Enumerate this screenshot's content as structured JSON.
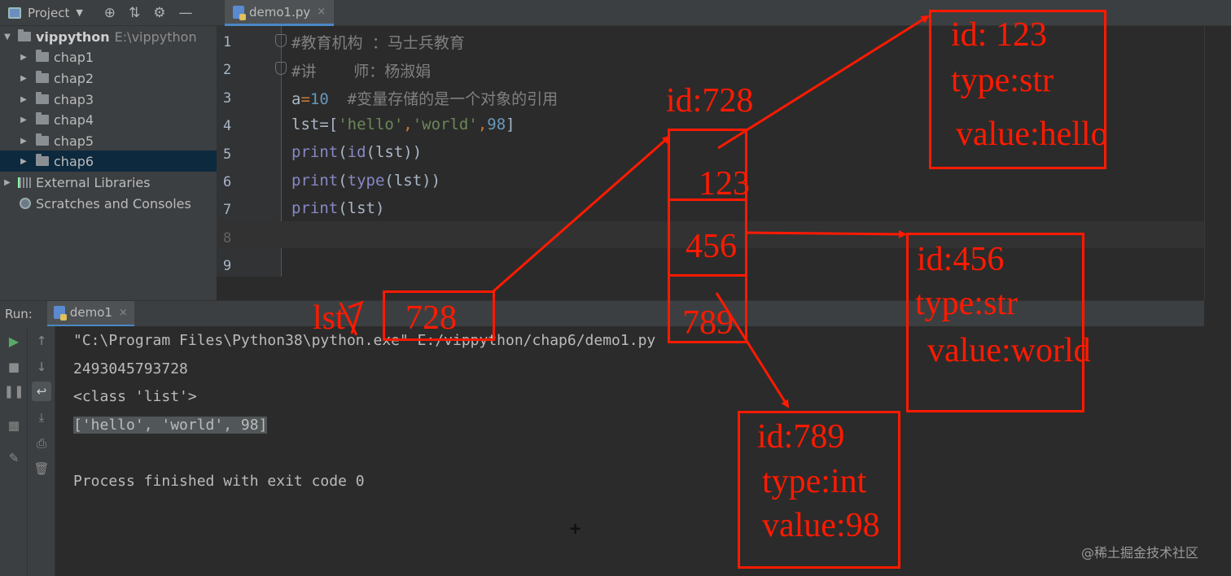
{
  "project_panel": {
    "title": "Project",
    "tree": [
      {
        "label": "vippython",
        "path": "E:\\vippython"
      },
      {
        "label": "chap1"
      },
      {
        "label": "chap2"
      },
      {
        "label": "chap3"
      },
      {
        "label": "chap4"
      },
      {
        "label": "chap5"
      },
      {
        "label": "chap6"
      },
      {
        "label": "External Libraries"
      },
      {
        "label": "Scratches and Consoles"
      }
    ],
    "selected_item": "chap6"
  },
  "editor": {
    "tab": "demo1.py",
    "line_numbers": [
      "1",
      "2",
      "3",
      "4",
      "5",
      "6",
      "7",
      "8",
      "9"
    ],
    "current_line": "8",
    "lines": {
      "l1": "#教育机构 ：马士兵教育",
      "l2": "#讲    师：杨淑娟",
      "l3_code": "a",
      "l3_op": "=",
      "l3_num": "10",
      "l3_comment": "  #变量存储的是一个对象的引用",
      "l4_a": "lst=[",
      "l4_s1": "'hello'",
      "l4_c1": ",",
      "l4_s2": "'world'",
      "l4_c2": ",",
      "l4_n": "98",
      "l4_b": "]",
      "l5_fn": "print",
      "l5_rest_a": "(",
      "l5_fn2": "id",
      "l5_rest_b": "(lst))",
      "l6_fn": "print",
      "l6_rest_a": "(",
      "l6_fn2": "type",
      "l6_rest_b": "(lst))",
      "l7_fn": "print",
      "l7_rest": "(lst)"
    }
  },
  "run_panel": {
    "label": "Run:",
    "tab": "demo1",
    "console": [
      "\"C:\\Program Files\\Python38\\python.exe\" E:/vippython/chap6/demo1.py",
      "2493045793728",
      "<class 'list'>",
      "['hello', 'world', 98]",
      "",
      "Process finished with exit code 0"
    ]
  },
  "annotation": {
    "color": "#ff1a00",
    "var_label": "lst",
    "var_value": "728",
    "list_id": "id:728",
    "list_cells": [
      "123",
      "456",
      "789"
    ],
    "objects": [
      {
        "id": "id: 123",
        "type": "type:str",
        "value": "value:hello"
      },
      {
        "id": "id:456",
        "type": "type:str",
        "value": "value:world"
      },
      {
        "id": "id:789",
        "type": "type:int",
        "value": "value:98"
      }
    ]
  },
  "watermark": "@稀土掘金技术社区"
}
